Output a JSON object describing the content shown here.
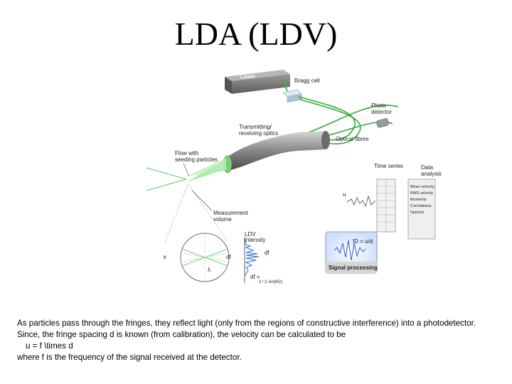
{
  "title": "LDA (LDV)",
  "diagram": {
    "laser": "Laser",
    "bragg_cell": "Bragg cell",
    "photo_detector": [
      "Photo",
      "detector"
    ],
    "optics": [
      "Transmitting/",
      "receiving optics"
    ],
    "optical_fibres": "Optical fibres",
    "flow": [
      "Flow with",
      "seeding particles"
    ],
    "time_series": "Time series",
    "data_analysis": [
      "Data",
      "analysis"
    ],
    "measurement_volume": [
      "Measurement",
      "volume"
    ],
    "u_symbol": "u",
    "results": [
      "Mean velocity",
      "RMS velocity",
      "Moments",
      "Correlations",
      "Spectra"
    ],
    "signal_processing": "Signal processing",
    "doppler_formula": "fD = u/d",
    "ldv_intensity": [
      "LDV",
      "intensity"
    ],
    "fringe_d": "df",
    "fringe_d2": "df",
    "kappa": "κ",
    "lambda": "λ",
    "fringe_eq": "df =",
    "fringe_eq2": "λ / 2 sin(θ/2)"
  },
  "caption": {
    "line1": "As particles pass through the fringes, they reflect light (only from the regions of constructive interference) into a photodetector.",
    "line2": "Since, the fringe spacing d is known (from calibration), the velocity can be calculated to be",
    "line3": "u = f \\times d",
    "line4": "where f is the frequency of the signal received at the detector."
  }
}
